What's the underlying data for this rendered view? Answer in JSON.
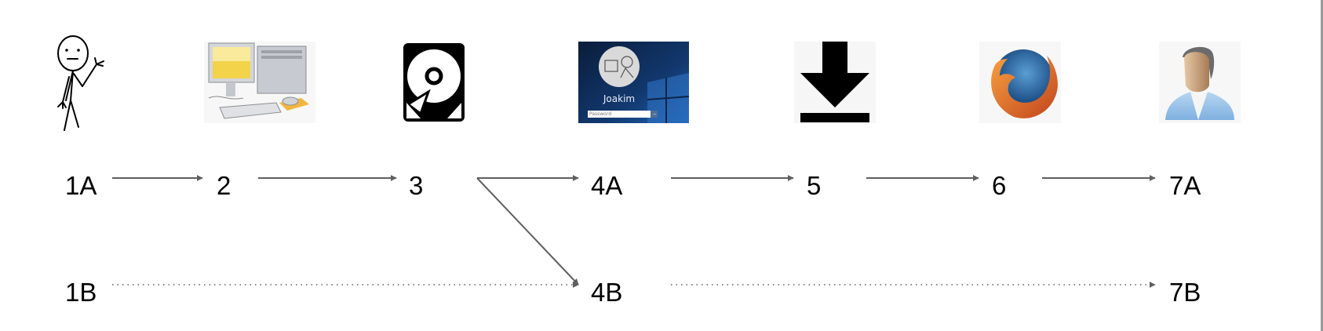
{
  "diagram": {
    "type": "flow",
    "nodes": [
      {
        "id": "1A",
        "label": "1A",
        "icon": "stick-figure-person-icon",
        "row": "A"
      },
      {
        "id": "2",
        "label": "2",
        "icon": "desktop-computer-icon",
        "row": "A"
      },
      {
        "id": "3",
        "label": "3",
        "icon": "hard-drive-icon",
        "row": "A"
      },
      {
        "id": "4A",
        "label": "4A",
        "icon": "windows-login-screen-icon",
        "row": "A"
      },
      {
        "id": "5",
        "label": "5",
        "icon": "download-icon",
        "row": "A"
      },
      {
        "id": "6",
        "label": "6",
        "icon": "firefox-browser-icon",
        "row": "A"
      },
      {
        "id": "7A",
        "label": "7A",
        "icon": "user-avatar-icon",
        "row": "A"
      },
      {
        "id": "1B",
        "label": "1B",
        "row": "B"
      },
      {
        "id": "4B",
        "label": "4B",
        "row": "B"
      },
      {
        "id": "7B",
        "label": "7B",
        "row": "B"
      }
    ],
    "edges": [
      {
        "from": "1A",
        "to": "2",
        "style": "solid"
      },
      {
        "from": "2",
        "to": "3",
        "style": "solid"
      },
      {
        "from": "3",
        "to": "4A",
        "style": "solid"
      },
      {
        "from": "3",
        "to": "4B",
        "style": "solid"
      },
      {
        "from": "4A",
        "to": "5",
        "style": "solid"
      },
      {
        "from": "5",
        "to": "6",
        "style": "solid"
      },
      {
        "from": "6",
        "to": "7A",
        "style": "solid"
      },
      {
        "from": "1B",
        "to": "4B",
        "style": "dotted"
      },
      {
        "from": "4B",
        "to": "7B",
        "style": "dotted"
      }
    ],
    "login_screen": {
      "username": "Joakim",
      "password_placeholder": "Password"
    }
  },
  "colors": {
    "connector": "#5f5f5f",
    "label": "#000000",
    "edge_line": "#9a9a9a"
  }
}
